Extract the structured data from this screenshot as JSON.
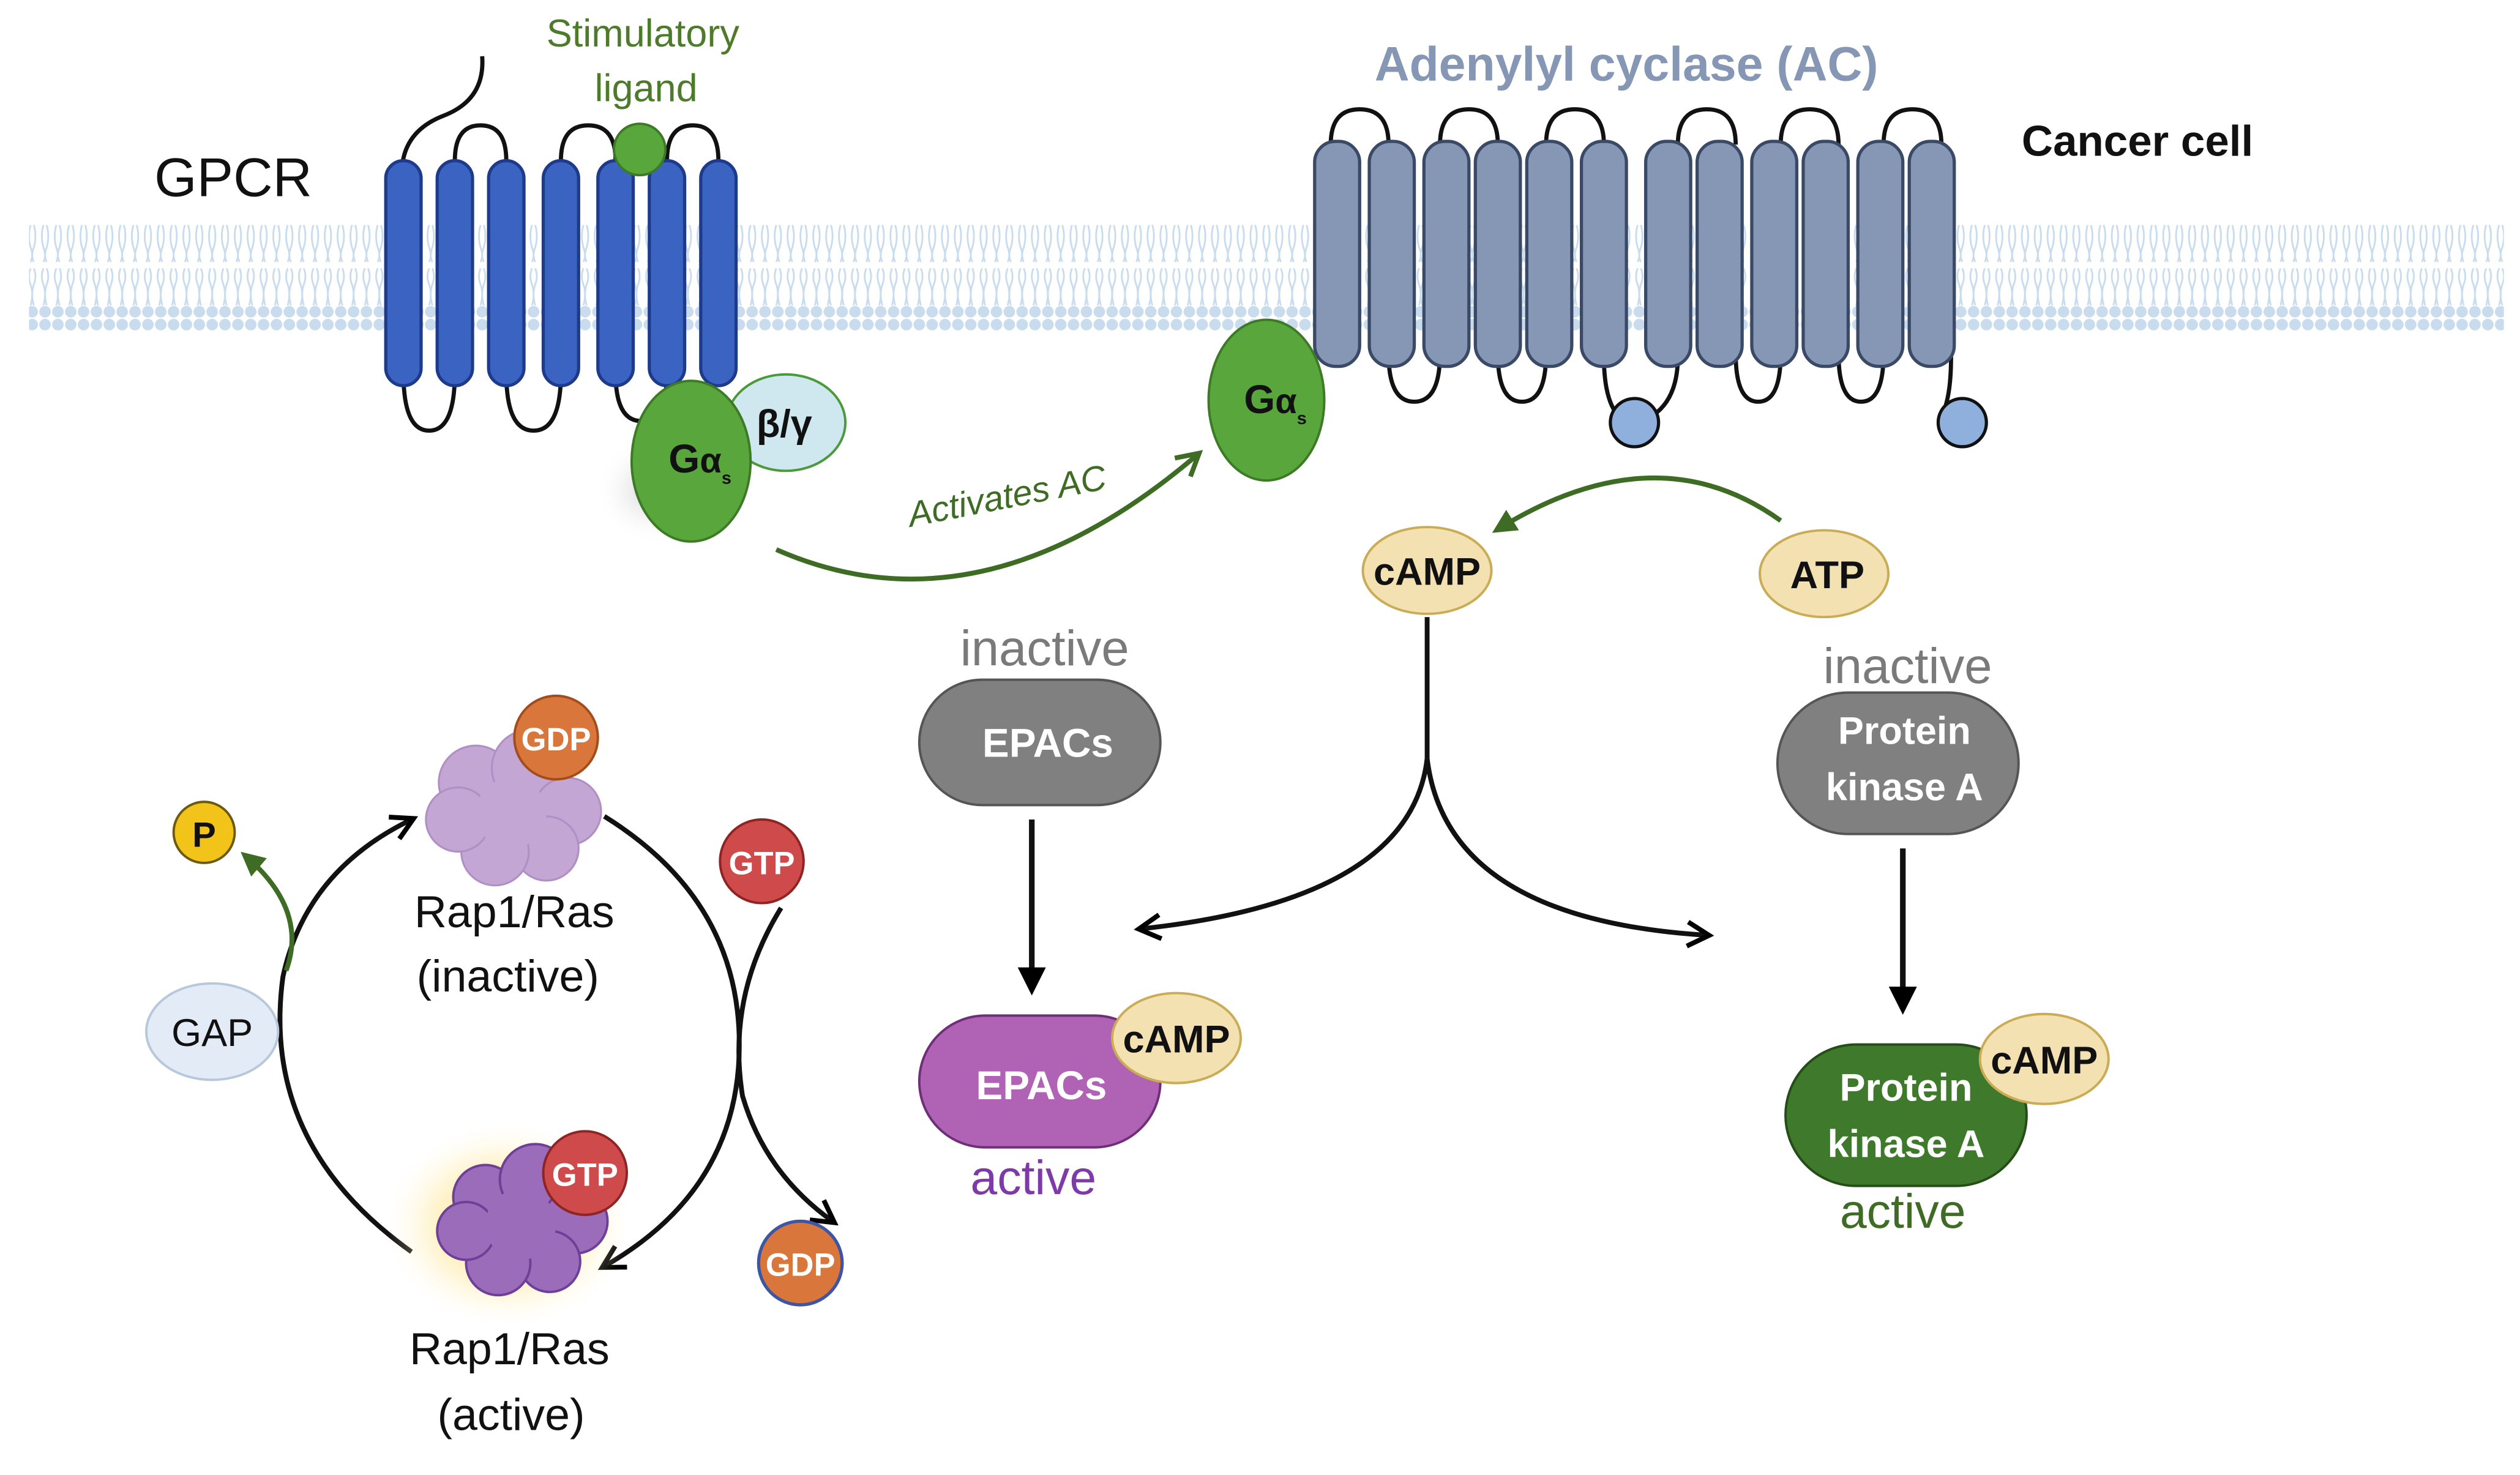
{
  "colors": {
    "gpcr_helix": "#3a63c2",
    "ac_helix": "#8597b5",
    "membrane": "#c3d6ea",
    "g_protein": "#59a63d",
    "beta_gamma": "#cfe8f0",
    "ligand_text": "#4e7a2c",
    "ac_title": "#8597b5",
    "arrow_green": "#3f6c25",
    "camp_badge": "#f3e1b2",
    "inactive_gray": "#808080",
    "epac_active": "#b062b4",
    "pka_active": "#3f7a2c",
    "active_purple_text": "#7d3aa8",
    "active_green_text": "#3f6c25",
    "gtp": "#cf4a4a",
    "gdp": "#d9763b",
    "phosphate": "#f2c41a",
    "gap": "#e3ecf6",
    "rap_inactive": "#c3a6d3",
    "rap_active": "#9a6cba"
  },
  "membrane_labels": {
    "gpcr": "GPCR",
    "stimulatory_ligand_line1": "Stimulatory",
    "stimulatory_ligand_line2": "ligand",
    "adenylyl_cyclase": "Adenylyl cyclase (AC)",
    "cancer_cell": "Cancer cell"
  },
  "g_protein": {
    "g_letter": "G",
    "alpha_symbol": "α",
    "subscript": "s",
    "beta_gamma": "β/γ"
  },
  "activates_ac": "Activates AC",
  "camp_pathway": {
    "camp": "cAMP",
    "atp": "ATP",
    "epac_state_inactive": "inactive",
    "epac_inactive_label": "EPACs",
    "epac_active_label": "EPACs",
    "epac_camp": "cAMP",
    "epac_state_active": "active",
    "pka_state_inactive": "inactive",
    "pka_inactive_line1": "Protein",
    "pka_inactive_line2": "kinase A",
    "pka_active_line1": "Protein",
    "pka_active_line2": "kinase A",
    "pka_camp": "cAMP",
    "pka_state_active": "active"
  },
  "rap_cycle": {
    "gdp_top": "GDP",
    "gtp_right": "GTP",
    "gdp_bottom": "GDP",
    "gtp_on_active": "GTP",
    "phosphate": "P",
    "gap": "GAP",
    "inactive_line1": "Rap1/Ras",
    "inactive_line2": "(inactive)",
    "active_line1": "Rap1/Ras",
    "active_line2": "(active)"
  }
}
